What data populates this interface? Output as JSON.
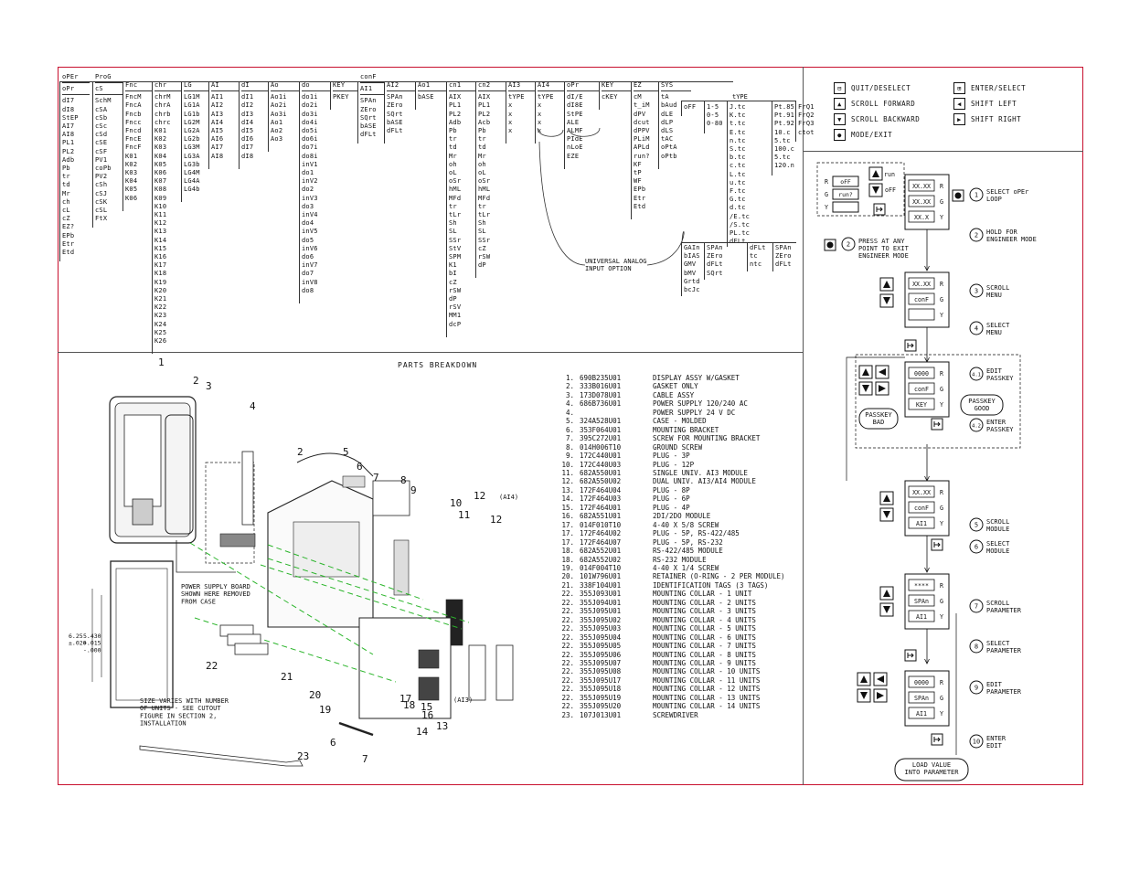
{
  "menu_map": {
    "groups": [
      {
        "header": "oPEr",
        "sub": "oPr",
        "items": [
          "dI7",
          "dI8",
          "StEP",
          "AI7",
          "AI8",
          "PL1",
          "PL2",
          "Adb",
          "Pb",
          "tr",
          "td",
          "Mr",
          "ch",
          "cL",
          "cZ",
          "EZ?",
          "EPb",
          "Etr",
          "Etd"
        ]
      },
      {
        "header": "ProG",
        "sub": "cS",
        "items": [
          "SchM",
          "cSA",
          "cSb",
          "cSc",
          "cSd",
          "cSE",
          "cSF",
          "PV1",
          "coPb",
          "PV2",
          "cSh",
          "cSJ",
          "cSK",
          "cSL",
          "FtX"
        ]
      },
      {
        "header": "",
        "sub": "Fnc",
        "items": [
          "FncM",
          "FncA",
          "Fncb",
          "Fncc",
          "Fncd",
          "FncE",
          "FncF",
          "K01",
          "K02",
          "K03",
          "K04",
          "K05",
          "K06"
        ]
      },
      {
        "header": "",
        "sub": "chr",
        "items": [
          "chrM",
          "chrA",
          "chrb",
          "chrc",
          "K01",
          "K02",
          "K03",
          "K04",
          "K05",
          "K06",
          "K07",
          "K08",
          "K09",
          "K10",
          "K11",
          "K12",
          "K13",
          "K14",
          "K15",
          "K16",
          "K17",
          "K18",
          "K19",
          "K20",
          "K21",
          "K22",
          "K23",
          "K24",
          "K25",
          "K26"
        ]
      },
      {
        "header": "",
        "sub": "LG",
        "items": [
          "LG1M",
          "LG1A",
          "LG1b",
          "LG2M",
          "LG2A",
          "LG2b",
          "LG3M",
          "LG3A",
          "LG3b",
          "LG4M",
          "LG4A",
          "LG4b"
        ]
      },
      {
        "header": "",
        "sub": "AI",
        "items": [
          "AI1",
          "AI2",
          "AI3",
          "AI4",
          "AI5",
          "AI6",
          "AI7",
          "AI8"
        ]
      },
      {
        "header": "",
        "sub": "dI",
        "items": [
          "dI1",
          "dI2",
          "dI3",
          "dI4",
          "dI5",
          "dI6",
          "dI7",
          "dI8"
        ]
      },
      {
        "header": "",
        "sub": "Ao",
        "items": [
          "Ao1i",
          "Ao2i",
          "Ao3i",
          "Ao1",
          "Ao2",
          "Ao3"
        ]
      },
      {
        "header": "",
        "sub": "do",
        "items": [
          "do1i",
          "do2i",
          "do3i",
          "do4i",
          "do5i",
          "do6i",
          "do7i",
          "do8i",
          "inV1",
          "do1",
          "inV2",
          "do2",
          "inV3",
          "do3",
          "inV4",
          "do4",
          "inV5",
          "do5",
          "inV6",
          "do6",
          "inV7",
          "do7",
          "inV8",
          "do8"
        ]
      },
      {
        "header": "",
        "sub": "KEY",
        "items": [
          "PKEY"
        ]
      },
      {
        "header": "conF",
        "sub": "AI1",
        "items": [
          "SPAn",
          "ZEro",
          "SQrt",
          "bASE",
          "dFLt"
        ]
      },
      {
        "header": "",
        "sub": "AI2",
        "items": [
          "SPAn",
          "ZEro",
          "SQrt",
          "bASE",
          "dFLt"
        ]
      },
      {
        "header": "",
        "sub": "Ao1",
        "items": [
          "bASE"
        ]
      },
      {
        "header": "",
        "sub": "cn1",
        "items": [
          "AIX",
          "PL1",
          "PL2",
          "Adb",
          "Pb",
          "tr",
          "td",
          "Mr",
          "oh",
          "oL",
          "oSr",
          "hML",
          "MFd",
          "tr",
          "tLr",
          "Sh",
          "SL",
          "SSr",
          "StV",
          "SPM",
          "K1",
          "bI",
          "cZ",
          "rSW",
          "dP",
          "rSV",
          "MM1",
          "dcP"
        ]
      },
      {
        "header": "",
        "sub": "cn2",
        "items": [
          "AIX",
          "PL1",
          "PL2",
          "Acb",
          "Pb",
          "tr",
          "td",
          "Mr",
          "oh",
          "oL",
          "oSr",
          "hML",
          "MFd",
          "tr",
          "tLr",
          "Sh",
          "SL",
          "SSr",
          "cZ",
          "rSW",
          "dP"
        ]
      },
      {
        "header": "",
        "sub": "AI3",
        "items": [
          "tYPE",
          "x",
          "x",
          "x",
          "x"
        ]
      },
      {
        "header": "",
        "sub": "AI4",
        "items": [
          "tYPE",
          "x",
          "x",
          "x",
          "x"
        ]
      },
      {
        "header": "",
        "sub": "oPr",
        "items": [
          "dI/E",
          "dI8E",
          "StPE",
          "ALE",
          "ALMF",
          "PIdE",
          "nLoE",
          "EZE"
        ]
      },
      {
        "header": "",
        "sub": "KEY",
        "items": [
          "cKEY"
        ]
      },
      {
        "header": "",
        "sub": "EZ",
        "items": [
          "cM",
          "t_iM",
          "dPV",
          "dcut",
          "dPPV",
          "PLiM",
          "APLd",
          "run?",
          "KF",
          "tP",
          "WF",
          "EPb",
          "Etr",
          "Etd"
        ]
      },
      {
        "header": "",
        "sub": "SYS",
        "items": [
          "tA",
          "bAud",
          "dLE",
          "dLP",
          "dLS",
          "tAC",
          "oPtA",
          "oPtb"
        ]
      }
    ],
    "type_header": "tYPE",
    "type_cols": [
      [
        "oFF"
      ],
      [
        "1-5",
        "0-5",
        "0-80"
      ],
      [
        "J.tc",
        "K.tc",
        "t.tc",
        "E.tc",
        "n.tc",
        "S.tc",
        "b.tc",
        "c.tc",
        "L.tc",
        "u.tc",
        "F.tc",
        "G.tc",
        "d.tc",
        "/E.tc",
        "/S.tc",
        "PL.tc",
        "dFLt"
      ],
      [
        "Pt.85",
        "Pt.91",
        "Pt.92",
        "10.c",
        "5.tc",
        "100.c",
        "5.tc",
        "120.n"
      ],
      [
        "FrQ1",
        "FrQ2",
        "FrQ3",
        "ctot"
      ]
    ],
    "cal_cols": [
      [
        "GAIn",
        "bIAS",
        "GMV",
        "bMV",
        "Grtd",
        "bcJc"
      ],
      [
        "SPAn",
        "ZEro",
        "dFLt",
        "SQrt"
      ],
      [
        "dFLt",
        "tc",
        "ntc"
      ],
      [
        "SPAn",
        "ZEro",
        "dFLt"
      ]
    ],
    "universal_label": "UNIVERSAL ANALOG\nINPUT OPTION"
  },
  "parts": {
    "title": "PARTS BREAKDOWN",
    "list": [
      {
        "n": "1.",
        "p": "690B235U01",
        "d": "DISPLAY ASSY W/GASKET"
      },
      {
        "n": "2.",
        "p": "333B016U01",
        "d": "GASKET ONLY"
      },
      {
        "n": "3.",
        "p": "173D078U01",
        "d": "CABLE ASSY"
      },
      {
        "n": "4.",
        "p": "686B736U01",
        "d": "POWER SUPPLY 120/240 AC"
      },
      {
        "n": "4.",
        "p": "",
        "d": "POWER SUPPLY 24 V DC"
      },
      {
        "n": "5.",
        "p": "324A528U01",
        "d": "CASE - MOLDED"
      },
      {
        "n": "6.",
        "p": "353F064U01",
        "d": "MOUNTING BRACKET"
      },
      {
        "n": "7.",
        "p": "395C272U01",
        "d": "SCREW FOR MOUNTING BRACKET"
      },
      {
        "n": "8.",
        "p": "014H006T10",
        "d": "GROUND SCREW"
      },
      {
        "n": "9.",
        "p": "172C440U01",
        "d": "PLUG - 3P"
      },
      {
        "n": "10.",
        "p": "172C440U03",
        "d": "PLUG - 12P"
      },
      {
        "n": "11.",
        "p": "682A550U01",
        "d": "SINGLE UNIV. AI3 MODULE"
      },
      {
        "n": "12.",
        "p": "682A550U02",
        "d": "DUAL UNIV. AI3/AI4 MODULE"
      },
      {
        "n": "13.",
        "p": "172F464U04",
        "d": "PLUG - 8P"
      },
      {
        "n": "14.",
        "p": "172F464U03",
        "d": "PLUG - 6P"
      },
      {
        "n": "15.",
        "p": "172F464U01",
        "d": "PLUG - 4P"
      },
      {
        "n": "16.",
        "p": "682A551U01",
        "d": "2DI/2DO MODULE"
      },
      {
        "n": "17.",
        "p": "014F010T10",
        "d": "4-40 X 5/8 SCREW"
      },
      {
        "n": "17.",
        "p": "172F464U02",
        "d": "PLUG - 5P, RS-422/485"
      },
      {
        "n": "17.",
        "p": "172F464U07",
        "d": "PLUG - 5P, RS-232"
      },
      {
        "n": "18.",
        "p": "682A552U01",
        "d": "RS-422/485 MODULE"
      },
      {
        "n": "18.",
        "p": "682A552U02",
        "d": "RS-232 MODULE"
      },
      {
        "n": "19.",
        "p": "014F004T10",
        "d": "4-40 X 1/4 SCREW"
      },
      {
        "n": "20.",
        "p": "101W796U01",
        "d": "RETAINER (O-RING - 2 PER MODULE)"
      },
      {
        "n": "21.",
        "p": "338F104U01",
        "d": "IDENTIFICATION TAGS (3 TAGS)"
      },
      {
        "n": "22.",
        "p": "355J093U01",
        "d": "MOUNTING COLLAR - 1 UNIT"
      },
      {
        "n": "22.",
        "p": "355J094U01",
        "d": "MOUNTING COLLAR - 2 UNITS"
      },
      {
        "n": "22.",
        "p": "355J095U01",
        "d": "MOUNTING COLLAR - 3 UNITS"
      },
      {
        "n": "22.",
        "p": "355J095U02",
        "d": "MOUNTING COLLAR - 4 UNITS"
      },
      {
        "n": "22.",
        "p": "355J095U03",
        "d": "MOUNTING COLLAR - 5 UNITS"
      },
      {
        "n": "22.",
        "p": "355J095U04",
        "d": "MOUNTING COLLAR - 6 UNITS"
      },
      {
        "n": "22.",
        "p": "355J095U05",
        "d": "MOUNTING COLLAR - 7 UNITS"
      },
      {
        "n": "22.",
        "p": "355J095U06",
        "d": "MOUNTING COLLAR - 8 UNITS"
      },
      {
        "n": "22.",
        "p": "355J095U07",
        "d": "MOUNTING COLLAR - 9 UNITS"
      },
      {
        "n": "22.",
        "p": "355J095U08",
        "d": "MOUNTING COLLAR - 10 UNITS"
      },
      {
        "n": "22.",
        "p": "355J095U17",
        "d": "MOUNTING COLLAR - 11 UNITS"
      },
      {
        "n": "22.",
        "p": "355J095U18",
        "d": "MOUNTING COLLAR - 12 UNITS"
      },
      {
        "n": "22.",
        "p": "355J095U19",
        "d": "MOUNTING COLLAR - 13 UNITS"
      },
      {
        "n": "22.",
        "p": "355J095U20",
        "d": "MOUNTING COLLAR - 14 UNITS"
      },
      {
        "n": "23.",
        "p": "107J013U01",
        "d": "SCREWDRIVER"
      }
    ],
    "callouts": [
      "1",
      "2",
      "3",
      "4",
      "2",
      "5",
      "6",
      "7",
      "8",
      "9",
      "10",
      "11",
      "12",
      "12",
      "(AI4)",
      "(AI3)",
      "13",
      "14",
      "15",
      "16",
      "17",
      "18",
      "19",
      "20",
      "21",
      "22",
      "23",
      "6",
      "7"
    ],
    "note_power": "POWER SUPPLY BOARD\nSHOWN HERE REMOVED\nFROM CASE",
    "note_size": "SIZE VARIES WITH NUMBER\nOF UNITS - SEE CUTOUT\nFIGURE IN SECTION 2,\nINSTALLATION",
    "dim_a": "6.25\n±.020",
    "dim_b": "5.430\n+.015\n-.000"
  },
  "legend": [
    {
      "icon": "quit-icon",
      "glyph": "⊟",
      "label": "QUIT/DESELECT"
    },
    {
      "icon": "enter-icon",
      "glyph": "⊞",
      "label": "ENTER/SELECT"
    },
    {
      "icon": "scroll-forward-icon",
      "glyph": "▲",
      "label": "SCROLL FORWARD"
    },
    {
      "icon": "shift-left-icon",
      "glyph": "◀",
      "label": "SHIFT LEFT"
    },
    {
      "icon": "scroll-backward-icon",
      "glyph": "▼",
      "label": "SCROLL BACKWARD"
    },
    {
      "icon": "shift-right-icon",
      "glyph": "▶",
      "label": "SHIFT RIGHT"
    },
    {
      "icon": "mode-exit-icon",
      "glyph": "●",
      "label": "MODE/EXIT"
    }
  ],
  "flow": {
    "top_disp": {
      "r": "oFF",
      "g": "run?",
      "y": ""
    },
    "run_label": "run",
    "off_label": "oFF",
    "disp_xx": [
      "XX.XX",
      "XX.XX",
      "XX.X"
    ],
    "disp_menu": [
      "XX.XX",
      "conF",
      ""
    ],
    "disp_pass": [
      "0000",
      "conF",
      "KEY"
    ],
    "disp_module": [
      "XX.XX",
      "conF",
      "AI1"
    ],
    "disp_param": [
      "****",
      "SPAn",
      "AI1"
    ],
    "disp_edit": [
      "0000",
      "SPAn",
      "AI1"
    ],
    "rgy": [
      "R",
      "G",
      "Y"
    ],
    "steps": [
      {
        "n": "1",
        "t": "SELECT oPEr\nLOOP"
      },
      {
        "n": "2",
        "t": "HOLD FOR\nENGINEER MODE"
      },
      {
        "n": "2",
        "t": "PRESS AT ANY\nPOINT TO EXIT\nENGINEER MODE"
      },
      {
        "n": "3",
        "t": "SCROLL\nMENU"
      },
      {
        "n": "4",
        "t": "SELECT\nMENU"
      },
      {
        "n": "4.1",
        "t": "EDIT\nPASSKEY"
      },
      {
        "n": "4.2",
        "t": "ENTER\nPASSKEY"
      },
      {
        "n": "5",
        "t": "SCROLL\nMODULE"
      },
      {
        "n": "6",
        "t": "SELECT\nMODULE"
      },
      {
        "n": "7",
        "t": "SCROLL\nPARAMETER"
      },
      {
        "n": "8",
        "t": "SELECT\nPARAMETER"
      },
      {
        "n": "9",
        "t": "EDIT\nPARAMETER"
      },
      {
        "n": "10",
        "t": "ENTER\nEDIT"
      }
    ],
    "passkey_bad": "PASSKEY\nBAD",
    "passkey_good": "PASSKEY\nGOOD",
    "load_value": "LOAD VALUE\nINTO PARAMETER"
  },
  "colors": {
    "frame": "#c8102e",
    "green": "#2bb52b",
    "ink": "#111111"
  }
}
